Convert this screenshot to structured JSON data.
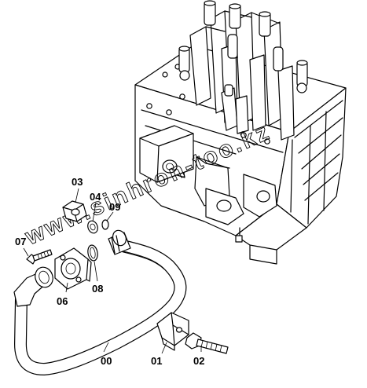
{
  "diagram": {
    "watermark_text": "www.sinhron-too.kz",
    "labels": {
      "p00": "00",
      "p01": "01",
      "p02": "02",
      "p03": "03",
      "p04": "04",
      "p06": "06",
      "p07": "07",
      "p08": "08",
      "p09": "09"
    }
  }
}
